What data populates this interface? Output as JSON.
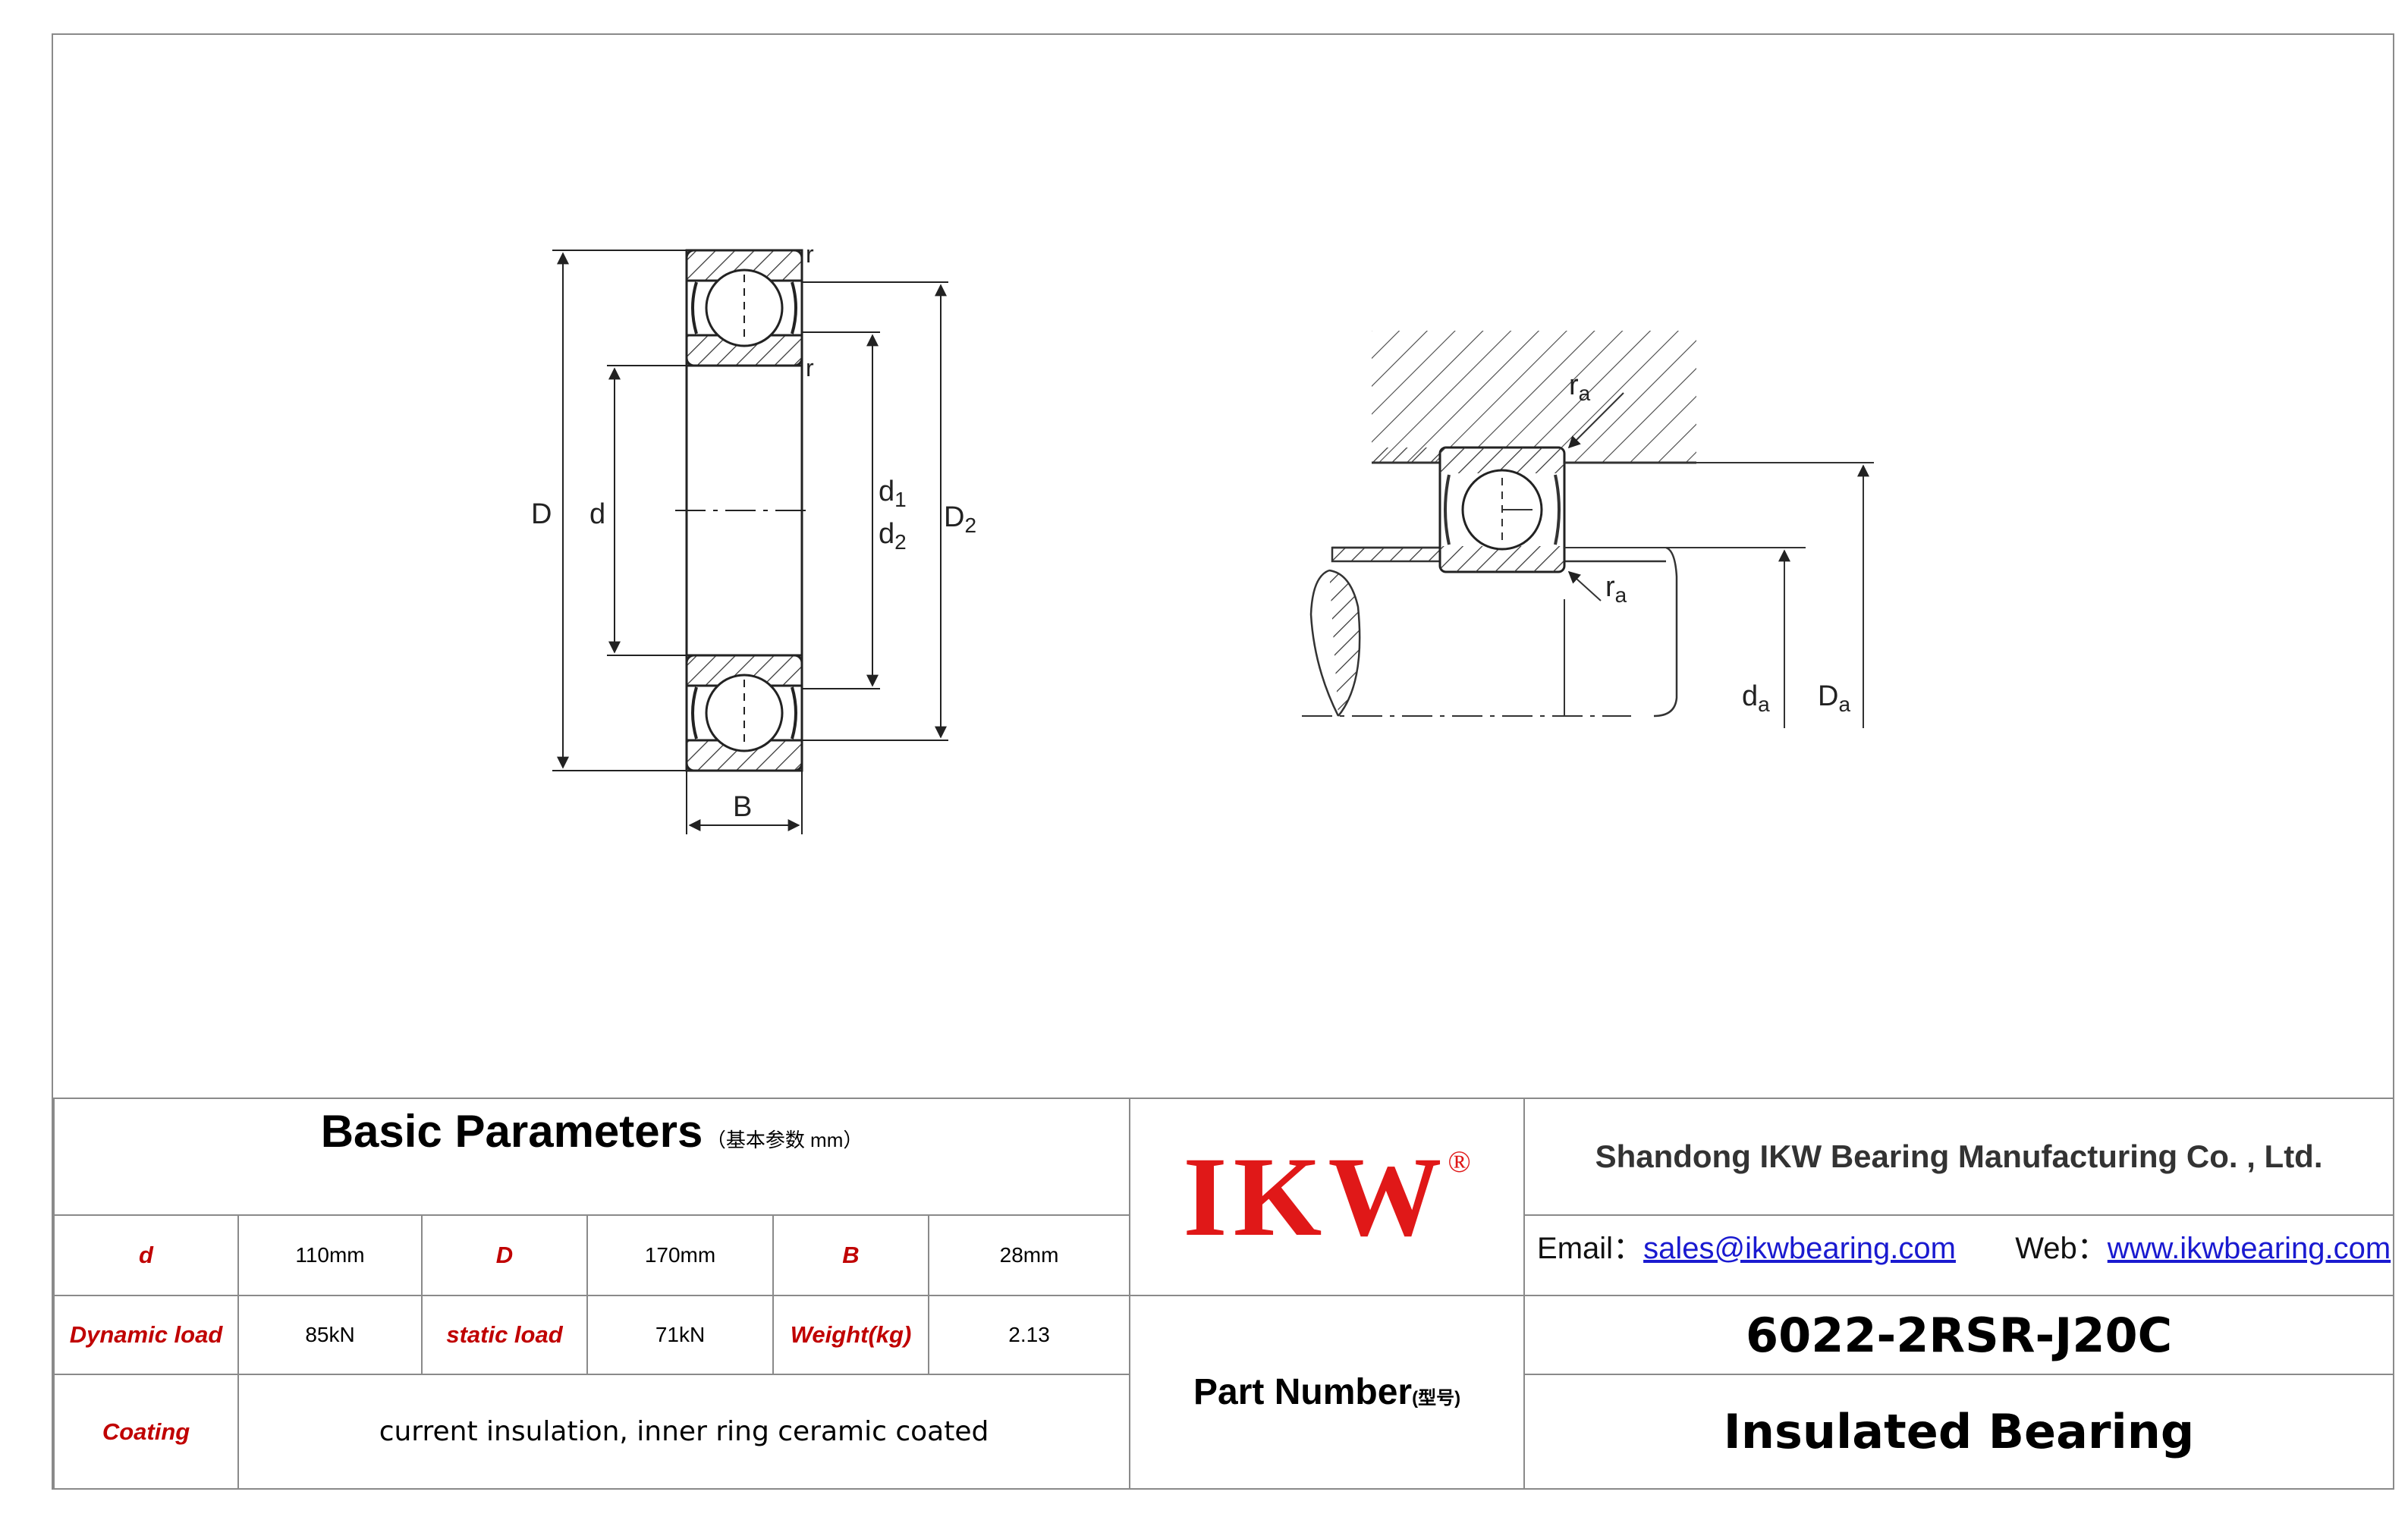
{
  "drawing": {
    "left_labels": {
      "D": "D",
      "d": "d",
      "d1": "d",
      "d1_sub": "1",
      "d2": "d",
      "d2_sub": "2",
      "D2": "D",
      "D2_sub": "2",
      "B": "B",
      "r_top": "r",
      "r_mid": "r"
    },
    "right_labels": {
      "ra_top": "r",
      "ra_top_sub": "a",
      "ra_bot": "r",
      "ra_bot_sub": "a",
      "da": "d",
      "da_sub": "a",
      "Da": "D",
      "Da_sub": "a"
    }
  },
  "params": {
    "title": "Basic Parameters",
    "subtitle": "（基本参数 mm）",
    "row1": {
      "d_label": "d",
      "d_value": "110mm",
      "D_label": "D",
      "D_value": "170mm",
      "B_label": "B",
      "B_value": "28mm"
    },
    "row2": {
      "dyn_label": "Dynamic load",
      "dyn_value": "85kN",
      "static_label": "static load",
      "static_value": "71kN",
      "weight_label": "Weight(kg)",
      "weight_value": "2.13"
    },
    "row3": {
      "coating_label": "Coating",
      "coating_value": "current insulation, inner ring ceramic coated"
    }
  },
  "brand": {
    "logo": "IKW",
    "registered": "®",
    "color": "#e01818"
  },
  "company": {
    "name": "Shandong IKW Bearing Manufacturing Co. , Ltd.",
    "email_label": "Email：",
    "email": "sales@ikwbearing.com",
    "web_label": "Web：",
    "web": "www.ikwbearing.com"
  },
  "part": {
    "label": "Part Number",
    "label_sub": "(型号)",
    "number": "6022-2RSR-J20C",
    "type": "Insulated Bearing"
  }
}
